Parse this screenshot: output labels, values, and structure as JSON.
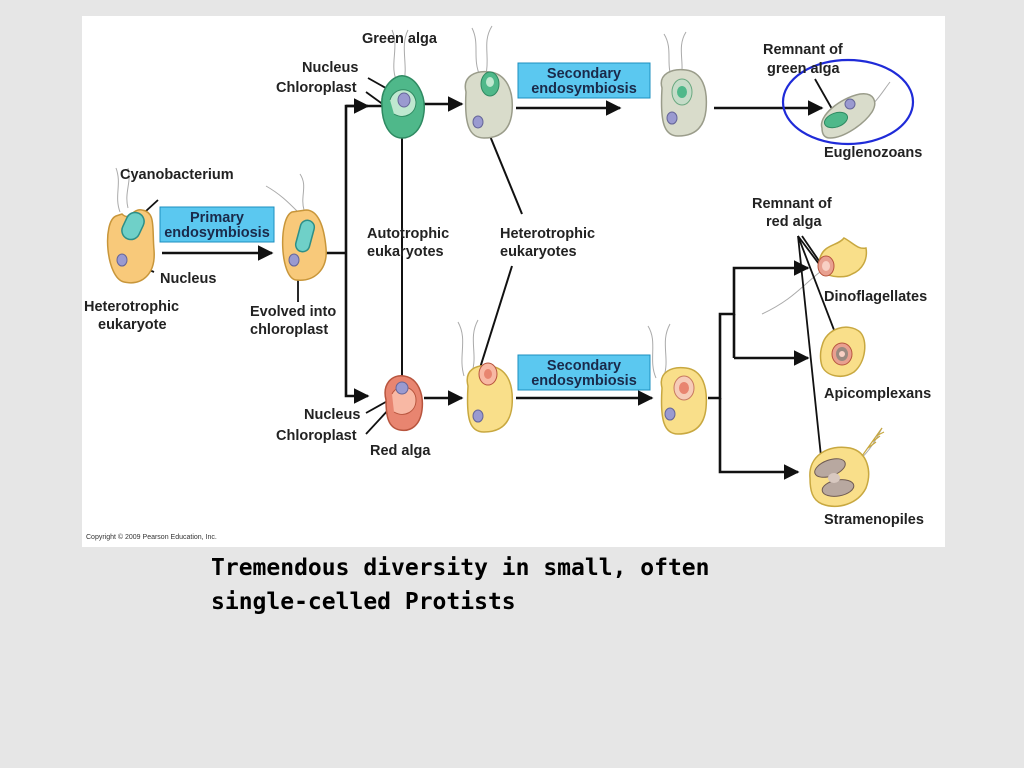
{
  "labels": {
    "green_alga": "Green alga",
    "nucleus_top": "Nucleus",
    "chloroplast_top": "Chloroplast",
    "cyanobacterium": "Cyanobacterium",
    "primary_1": "Primary",
    "primary_2": "endosymbiosis",
    "nucleus_left": "Nucleus",
    "hetero_1": "Heterotrophic",
    "hetero_2": "eukaryote",
    "evolved_1": "Evolved into",
    "evolved_2": "chloroplast",
    "auto_1": "Autotrophic",
    "auto_2": "eukaryotes",
    "heteros_1": "Heterotrophic",
    "heteros_2": "eukaryotes",
    "secondary_top_1": "Secondary",
    "secondary_top_2": "endosymbiosis",
    "secondary_bottom_1": "Secondary",
    "secondary_bottom_2": "endosymbiosis",
    "remnant_green_1": "Remnant of",
    "remnant_green_2": "green alga",
    "euglenozoans": "Euglenozoans",
    "remnant_red_1": "Remnant of",
    "remnant_red_2": "red alga",
    "dinoflagellates": "Dinoflagellates",
    "apicomplexans": "Apicomplexans",
    "stramenopiles": "Stramenopiles",
    "nucleus_bottom": "Nucleus",
    "chloroplast_bottom": "Chloroplast",
    "red_alga": "Red alga"
  },
  "copyright": "Copyright © 2009 Pearson Education, Inc.",
  "caption": {
    "line1": "Tremendous diversity in small, often",
    "line2": "single-celled Protists"
  },
  "colors": {
    "box_fill": "#5bc8f0",
    "box_stroke": "#1d8fbf",
    "cell_fill": "#f8c97a",
    "cell_yellow": "#f9df8a",
    "green_alga": "#4fb88a",
    "red_alga": "#e88570",
    "grey_cell": "#d9dccb",
    "highlight_circle": "#1f2bd8"
  }
}
